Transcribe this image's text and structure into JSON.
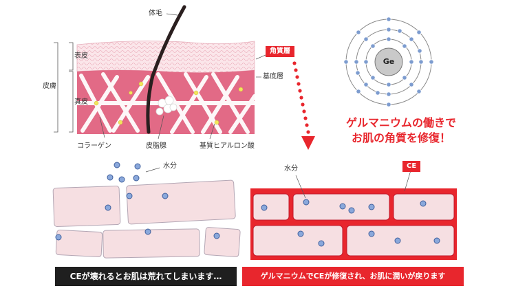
{
  "skin": {
    "labels": {
      "hair": "体毛",
      "epidermis": "表皮",
      "skin": "皮膚",
      "dermis": "真皮",
      "stratum_corneum": "角質層",
      "basal_layer": "基底層",
      "collagen": "コラーゲン",
      "sebaceous_gland": "皮脂腺",
      "hyaluronic_acid": "基質ヒアルロン酸"
    }
  },
  "atom": {
    "symbol": "Ge"
  },
  "headline": {
    "line1": "ゲルマニウムの働きで",
    "line2": "お肌の角質を修復！"
  },
  "left_panel": {
    "water_label": "水分",
    "caption": "CEが壊れるとお肌は荒れてしまいます…"
  },
  "right_panel": {
    "water_label": "水分",
    "ce_label": "CE",
    "caption": "ゲルマニウムでCEが修復され、お肌に潤いが戻ります"
  },
  "colors": {
    "accent_red": "#e8262d",
    "dark_banner": "#1f1f1f",
    "cell_fill": "#f6dfe2",
    "dermis_pink": "#e26a86",
    "water_drop": "#6a8fd0"
  }
}
